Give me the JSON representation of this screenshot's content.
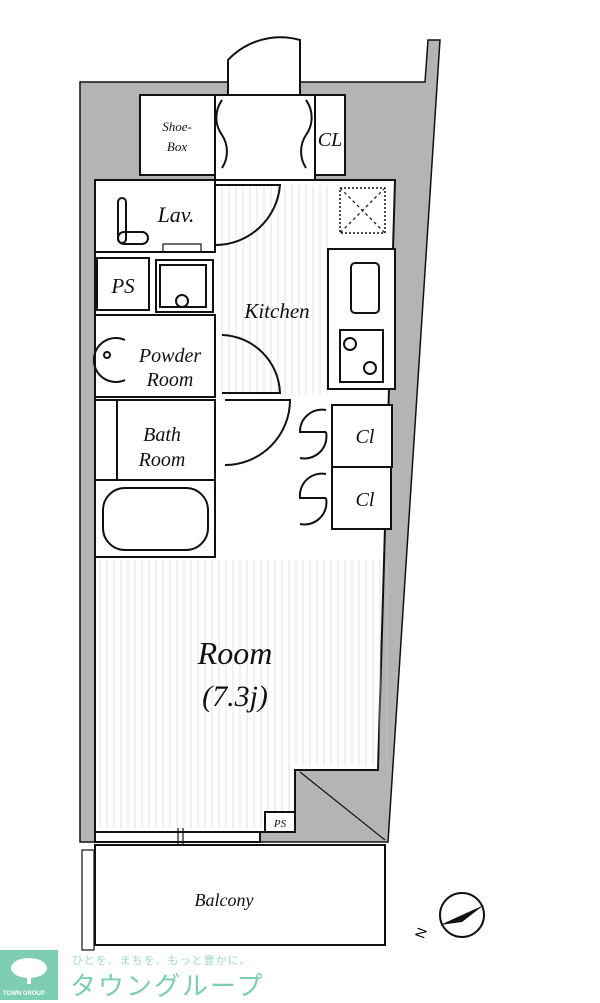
{
  "rooms": {
    "shoe_box_line1": "Shoe-",
    "shoe_box_line2": "Box",
    "closet_top": "CL",
    "lavatory": "Lav.",
    "pipe_space": "PS",
    "kitchen": "Kitchen",
    "powder_line1": "Powder",
    "powder_line2": "Room",
    "bath_line1": "Bath",
    "bath_line2": "Room",
    "closet_1": "Cl",
    "closet_2": "Cl",
    "room_name": "Room",
    "room_size": "(7.3j)",
    "pipe_space_small": "PS",
    "balcony": "Balcony"
  },
  "compass": {
    "label": "N"
  },
  "logo": {
    "name_en": "TOWN GROUP",
    "tagline": "ひとを、まちを、もっと豊かに。",
    "name_jp": "タウングループ",
    "color": "#7dcdb0"
  },
  "colors": {
    "wall": "#b4b4b4",
    "line": "#111111"
  }
}
